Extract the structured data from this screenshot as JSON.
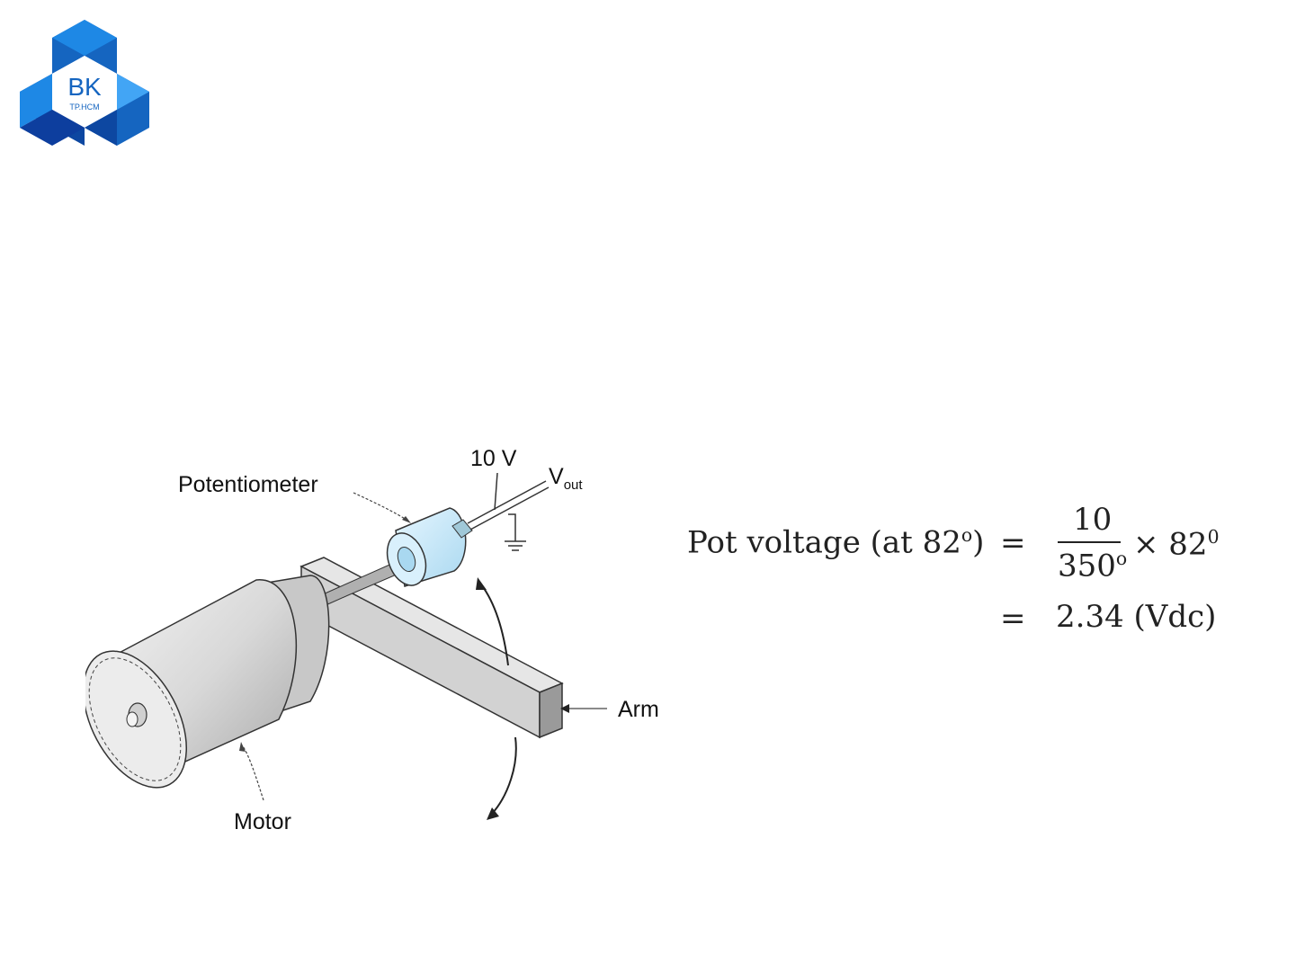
{
  "logo": {
    "line1": "BK",
    "line2": "TP.HCM"
  },
  "diagram": {
    "labels": {
      "potentiometer": "Potentiometer",
      "voltage": "10 V",
      "vout_main": "V",
      "vout_sub": "out",
      "arm": "Arm",
      "motor": "Motor"
    }
  },
  "equation": {
    "lhs_text": "Pot voltage (at 82",
    "lhs_sup": "o",
    "lhs_close": ")",
    "eq_sign_1": "=",
    "numerator": "10",
    "denominator_base": "350",
    "denominator_sup": "o",
    "times_text": "× 82",
    "times_sup": "0",
    "eq_sign_2": "=",
    "result": "2.34 (Vdc)"
  }
}
